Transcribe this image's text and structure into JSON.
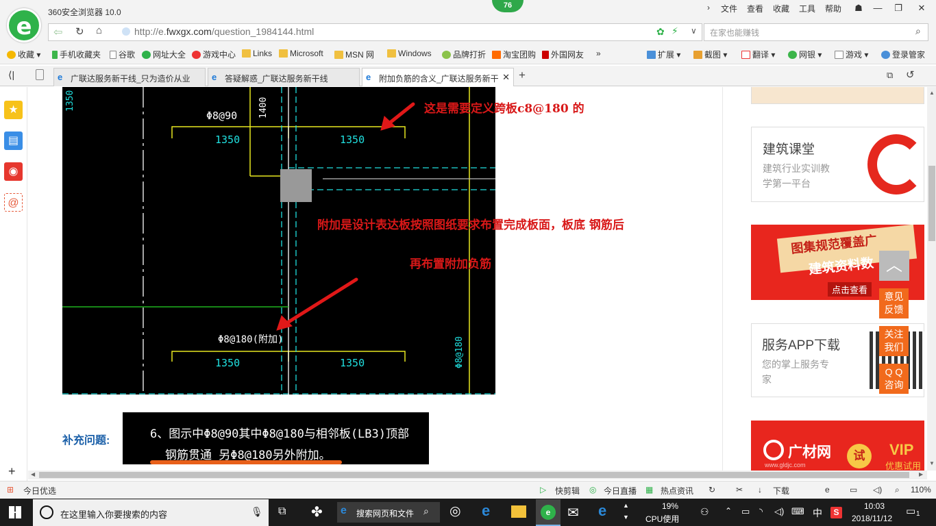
{
  "browser": {
    "app_title": "360安全浏览器 10.0",
    "badge": "76",
    "menus": [
      "文件",
      "查看",
      "收藏",
      "工具",
      "帮助"
    ],
    "url_prefix": "http://e.",
    "url_domain": "fwxgx.com",
    "url_path": "/question_1984144.html",
    "search_placeholder": "在家也能赚钱",
    "favorites": [
      "收藏",
      "手机收藏夹",
      "谷歌",
      "网址大全",
      "游戏中心",
      "Links",
      "Microsoft",
      "MSN 网",
      "Windows",
      "品牌打折",
      "淘宝团购",
      "外国网友"
    ],
    "toolbar_right": [
      "扩展",
      "截图",
      "翻译",
      "网银",
      "游戏",
      "登录管家"
    ],
    "tabs": [
      {
        "label": "广联达服务新干线_只为造价从业"
      },
      {
        "label": "答疑解惑_广联达服务新干线"
      },
      {
        "label": "附加负筋的含义_广联达服务新干"
      }
    ]
  },
  "content": {
    "cad": {
      "dim_left": "1350",
      "rebar_top": "Φ8@90",
      "dim_1": "1350",
      "dim_2": "1350",
      "dim_vertical": "1400",
      "rebar_bottom": "Φ8@180(附加)",
      "dim_3": "1350",
      "dim_4": "1350",
      "rebar_right": "Φ8@180"
    },
    "annotation_1": "这是需要定义跨板c8@180 的",
    "annotation_2": "附加是设计表达板按照图纸要求布置完成板面，板底 钢筋后",
    "annotation_3": "再布置附加负筋",
    "supplement_label": "补充问题:",
    "cad2_line1": "6、图示中Φ8@90其中Φ8@180与相邻板(LB3)顶部",
    "cad2_line2": "钢筋贯通 另Φ8@180另外附加。"
  },
  "right_rail": {
    "card1_title": "建筑课堂",
    "card1_desc1": "建筑行业实训教",
    "card1_desc2": "学第一平台",
    "banner1_line1": "图集规范覆盖广",
    "banner1_line2": "建筑资料数",
    "banner1_link": "点击查看",
    "card2_title": "服务APP下载",
    "card2_desc1": "您的掌上服务专",
    "card2_desc2": "家",
    "banner2_brand": "广材网",
    "banner2_sub": "www.gldjc.com",
    "banner2_try": "试",
    "banner2_vip": "VIP",
    "banner2_vip_sub": "优惠试用",
    "float_feedback": [
      "意见",
      "反馈"
    ],
    "float_follow": [
      "关注",
      "我们"
    ],
    "float_qq": [
      "Q Q",
      "咨询"
    ]
  },
  "statusbar": {
    "left": "今日优选",
    "items": [
      "快剪辑",
      "今日直播",
      "热点资讯",
      "下载"
    ],
    "zoom": "110%"
  },
  "taskbar": {
    "search_placeholder": "在这里输入你要搜索的内容",
    "web_search": "搜索网页和文件",
    "cpu_percent": "19%",
    "cpu_label": "CPU使用",
    "ime": "中",
    "time": "10:03",
    "date": "2018/11/12",
    "notifications": "1"
  },
  "colors": {
    "brand_green": "#2fb24a",
    "annotation_red": "#d81818",
    "float_orange": "#f16a1c",
    "cad_yellow": "#e8e820",
    "cad_cyan": "#20e0e0"
  }
}
